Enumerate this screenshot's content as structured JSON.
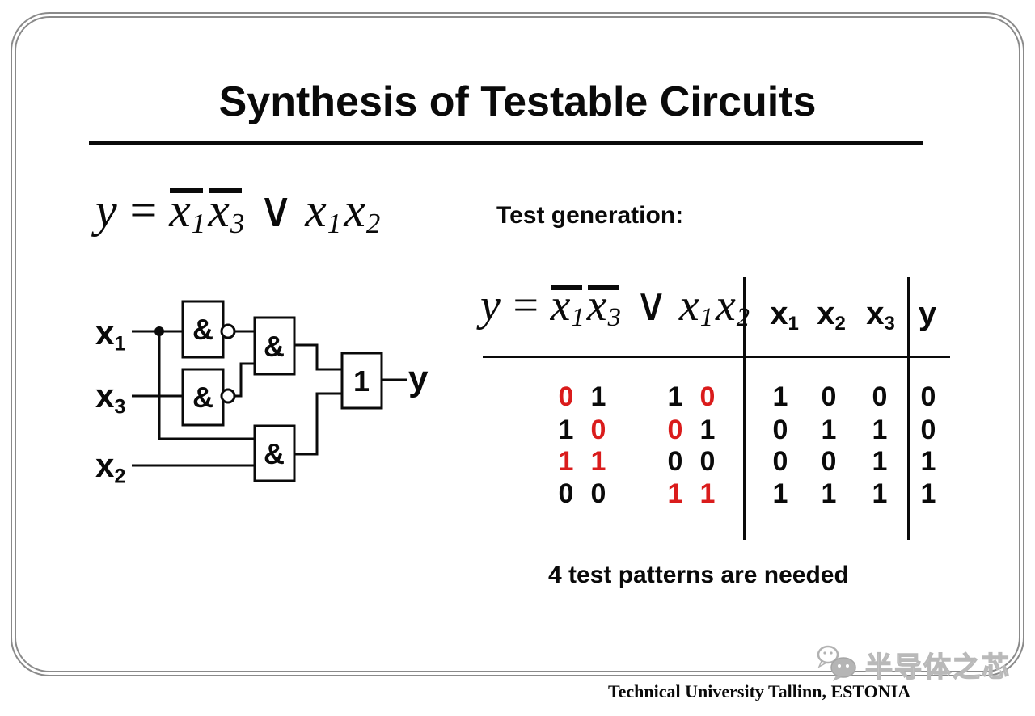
{
  "slide": {
    "title": "Synthesis of Testable Circuits",
    "footer": "Technical University Tallinn, ESTONIA",
    "watermark": "半导体之芯"
  },
  "formula": {
    "lhs": "y",
    "eq": "=",
    "t1": {
      "base": "x",
      "sub": "1",
      "negated": true
    },
    "t2": {
      "base": "x",
      "sub": "3",
      "negated": true
    },
    "op": "∨",
    "t3": {
      "base": "x",
      "sub": "1",
      "negated": false
    },
    "t4": {
      "base": "x",
      "sub": "2",
      "negated": false
    }
  },
  "right_panel": {
    "test_generation_label": "Test generation:",
    "note": "4 test patterns are needed"
  },
  "truth_table": {
    "columns": [
      {
        "base": "x",
        "sub": "1"
      },
      {
        "base": "x",
        "sub": "2"
      },
      {
        "base": "x",
        "sub": "3"
      },
      {
        "base": "y",
        "sub": ""
      }
    ],
    "rows": [
      {
        "cells": [
          {
            "v": "0",
            "color": "red"
          },
          {
            "v": "1",
            "color": "black"
          },
          {
            "v": "1",
            "color": "black"
          },
          {
            "v": "0",
            "color": "red"
          }
        ],
        "inputs": [
          "1",
          "0",
          "0"
        ],
        "out": "0"
      },
      {
        "cells": [
          {
            "v": "1",
            "color": "black"
          },
          {
            "v": "0",
            "color": "red"
          },
          {
            "v": "0",
            "color": "red"
          },
          {
            "v": "1",
            "color": "black"
          }
        ],
        "inputs": [
          "0",
          "1",
          "1"
        ],
        "out": "0"
      },
      {
        "cells": [
          {
            "v": "1",
            "color": "red"
          },
          {
            "v": "1",
            "color": "red"
          },
          {
            "v": "0",
            "color": "black"
          },
          {
            "v": "0",
            "color": "black"
          }
        ],
        "inputs": [
          "0",
          "0",
          "1"
        ],
        "out": "1"
      },
      {
        "cells": [
          {
            "v": "0",
            "color": "black"
          },
          {
            "v": "0",
            "color": "black"
          },
          {
            "v": "1",
            "color": "red"
          },
          {
            "v": "1",
            "color": "red"
          }
        ],
        "inputs": [
          "1",
          "1",
          "1"
        ],
        "out": "1"
      }
    ]
  },
  "circuit": {
    "inputs": [
      {
        "base": "x",
        "sub": "1"
      },
      {
        "base": "x",
        "sub": "3"
      },
      {
        "base": "x",
        "sub": "2"
      }
    ],
    "gates": [
      {
        "label": "&"
      },
      {
        "label": "&"
      },
      {
        "label": "&"
      },
      {
        "label": "&"
      },
      {
        "label": "1"
      }
    ],
    "output_label": "y"
  },
  "colors": {
    "accent_red": "#da1c1c",
    "line_black": "#0a0a0a",
    "border_gray": "#8a8a8a",
    "watermark_gray": "#b9b9b9"
  }
}
